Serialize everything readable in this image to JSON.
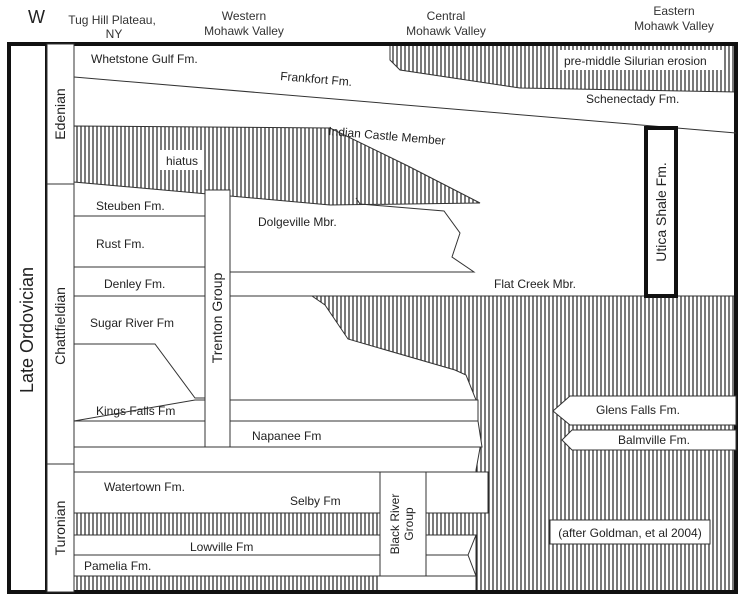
{
  "compass": "W",
  "headers": {
    "tug_hill_1": "Tug Hill Plateau,",
    "tug_hill_2": "NY",
    "western_1": "Western",
    "western_2": "Mohawk Valley",
    "central_1": "Central",
    "central_2": "Mohawk Valley",
    "eastern_1": "Eastern",
    "eastern_2": "Mohawk Valley"
  },
  "ages": {
    "late_ordovician": "Late Ordovician",
    "edenian": "Edenian",
    "chatfieldian": "Chattfieldian",
    "turonian": "Turonian"
  },
  "units": {
    "whetstone_gulf": "Whetstone Gulf Fm.",
    "frankfort": "Frankfort Fm.",
    "silurian_erosion": "pre-middle Silurian erosion",
    "schenectady": "Schenectady Fm.",
    "indian_castle": "Indian Castle Member",
    "hiatus": "hiatus",
    "utica_shale": "Utica Shale Fm.",
    "steuben": "Steuben Fm.",
    "dolgeville": "Dolgeville Mbr.",
    "rust": "Rust Fm.",
    "trenton_group": "Trenton Group",
    "denley": "Denley Fm.",
    "flat_creek": "Flat Creek Mbr.",
    "sugar_river": "Sugar River Fm",
    "kings_falls": "Kings Falls Fm",
    "glens_falls": "Glens Falls Fm.",
    "napanee": "Napanee Fm",
    "balmville": "Balmville Fm.",
    "watertown": "Watertown Fm.",
    "selby": "Selby Fm",
    "black_river_1": "Black River",
    "black_river_2": "Group",
    "lowville": "Lowville Fm",
    "pamelia": "Pamelia Fm.",
    "citation": "(after Goldman, et al 2004)"
  }
}
